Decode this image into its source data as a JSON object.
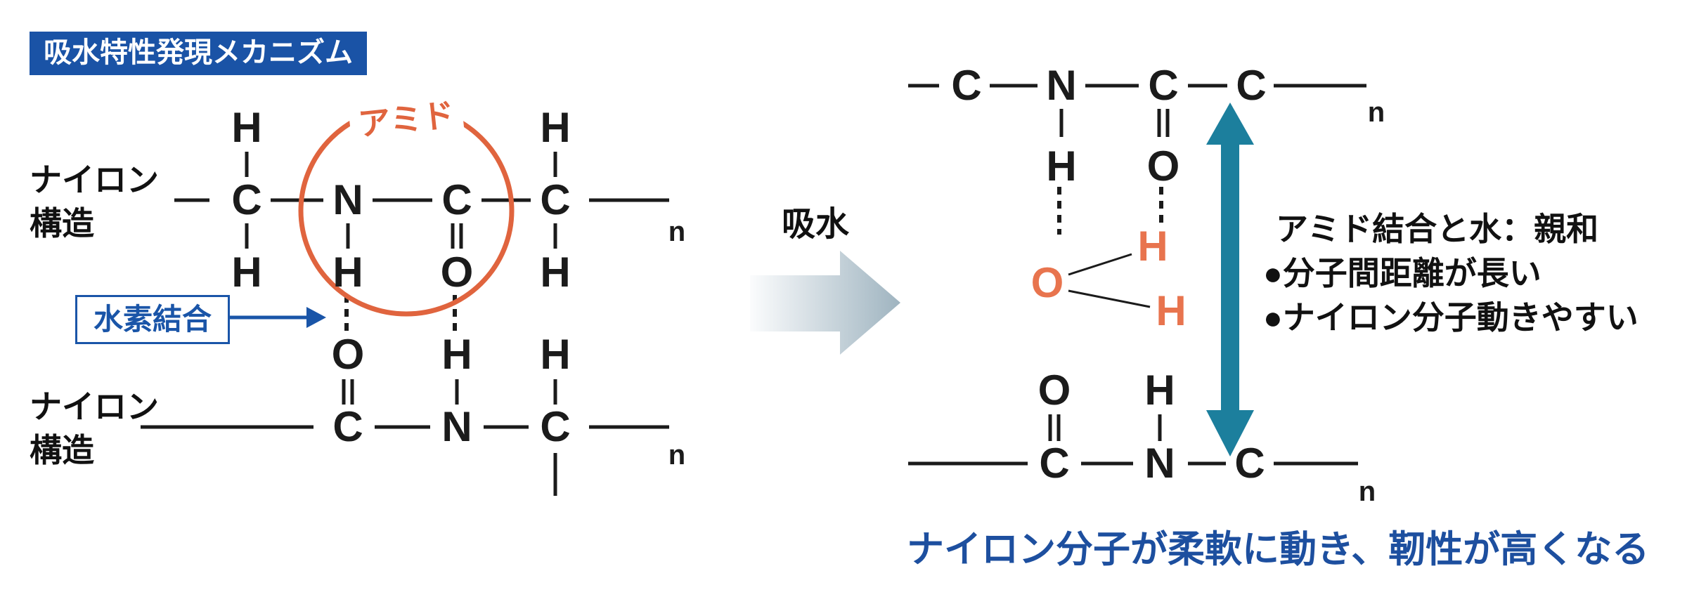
{
  "title": "吸水特性発現メカニズム",
  "left": {
    "structure_label_top": {
      "line1": "ナイロン",
      "line2": "構造"
    },
    "structure_label_bottom": {
      "line1": "ナイロン",
      "line2": "構造"
    },
    "amide_label": "アミド",
    "hydrogen_bond_label": "水素結合",
    "top_chain": {
      "h_above_c1": "H",
      "c1": "C",
      "h_below_c1": "H",
      "n": "N",
      "h_below_n": "H",
      "c2": "C",
      "o_below_c2": "O",
      "h_above_c3": "H",
      "c3": "C",
      "h_below_c3": "H",
      "repeat_index": "n"
    },
    "bottom_chain": {
      "o_above_c1": "O",
      "c1": "C",
      "h_above_n": "H",
      "n": "N",
      "h_above_c2": "H",
      "c2": "C",
      "repeat_index": "n"
    }
  },
  "middle": {
    "absorb_label": "吸水"
  },
  "right": {
    "top_chain": {
      "c1": "C",
      "n": "N",
      "h_below_n": "H",
      "c2": "C",
      "o_below_c2": "O",
      "c3": "C",
      "repeat_index": "n"
    },
    "water": {
      "o": "O",
      "h1": "H",
      "h2": "H"
    },
    "bottom_chain": {
      "o_above_c1": "O",
      "c1": "C",
      "h_above_n": "H",
      "n": "N",
      "c2": "C",
      "repeat_index": "n"
    },
    "notes": {
      "heading": "アミド結合と水：親和",
      "bullet1": "●分子間距離が長い",
      "bullet2": "●ナイロン分子動きやすい"
    },
    "conclusion": "ナイロン分子が柔軟に動き、靭性が高くなる"
  },
  "colors": {
    "badge_blue": "#1A53A6",
    "label_blue": "#1A55A8",
    "conclusion_blue": "#1D4F9F",
    "amide_orange": "#E0643E",
    "water_orange": "#E8744E",
    "teal_arrow": "#1C7F9D",
    "bond_black": "#1b1b1b",
    "block_arrow_start": "#FBFCFD",
    "block_arrow_end": "#9FB4C0"
  }
}
